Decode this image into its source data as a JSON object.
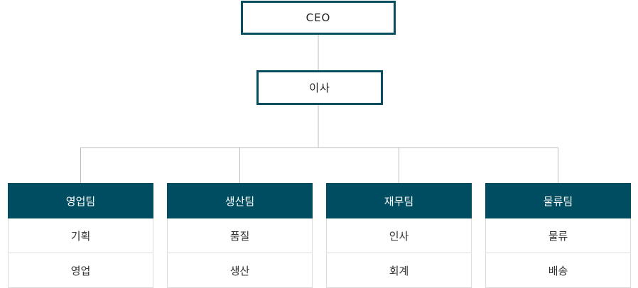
{
  "ceo": {
    "label": "CEO"
  },
  "director": {
    "label": "이사"
  },
  "teams": [
    {
      "name": "영업팀",
      "items": [
        "기획",
        "영업"
      ]
    },
    {
      "name": "생산팀",
      "items": [
        "품질",
        "생산"
      ]
    },
    {
      "name": "재무팀",
      "items": [
        "인사",
        "회계"
      ]
    },
    {
      "name": "물류팀",
      "items": [
        "물류",
        "배송"
      ]
    }
  ],
  "colors": {
    "accent": "#004d61",
    "border": "#064e5f",
    "connector": "#bbbbbb"
  }
}
